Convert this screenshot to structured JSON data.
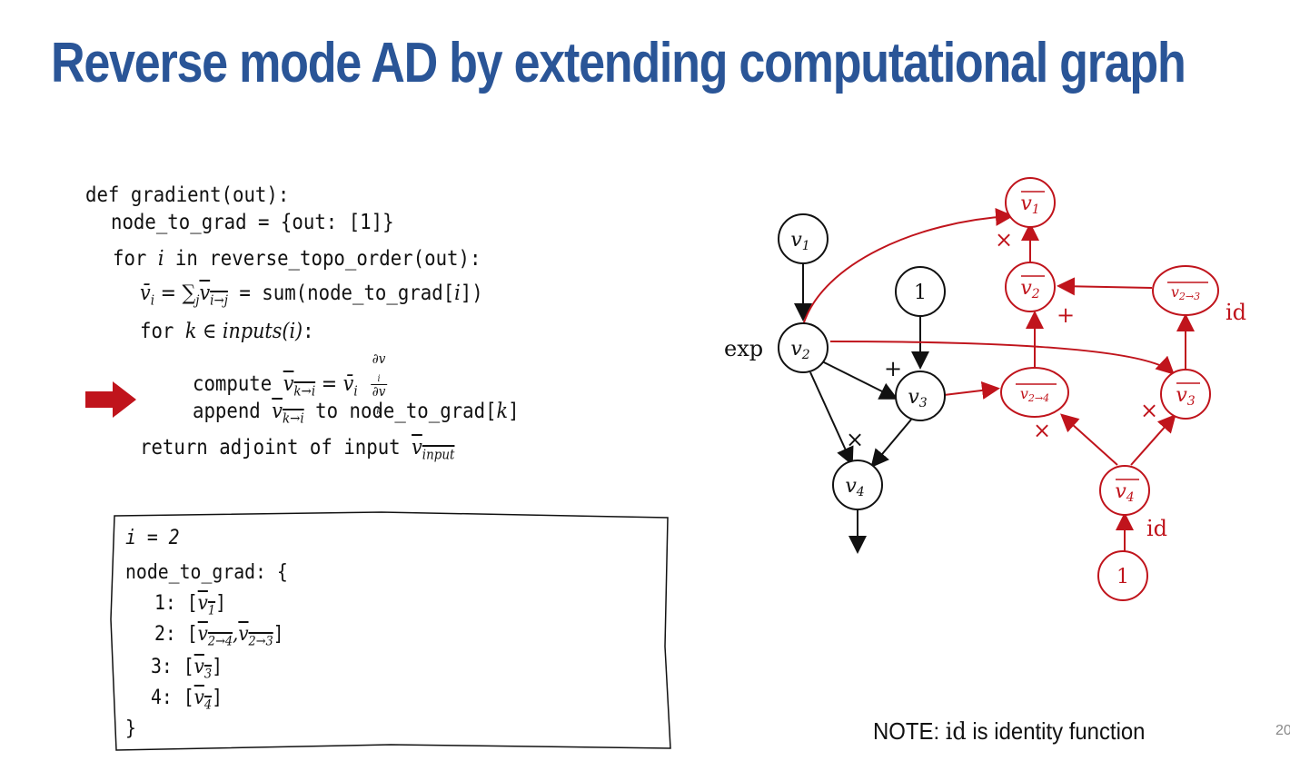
{
  "title": "Reverse mode AD by extending computational graph",
  "code": {
    "line1": "def gradient(out):",
    "line2": "node_to_grad = {out:  [1]}",
    "line3_a": "for ",
    "line3_i": "i",
    "line3_b": " in reverse_topo_order(out):",
    "line4_vi": "v̄",
    "line4_eq": " = ∑",
    "line4_sub_j": "j",
    "line4_vij": "v",
    "line4_sub_ij": "i→j",
    "line4_rest": " = sum(node_to_grad[",
    "line4_i": "i",
    "line4_end": "])",
    "line5_a": "for ",
    "line5_k": "k",
    "line5_b": " ∈ ",
    "line5_inputs": "inputs(i)",
    "line5_c": ":",
    "line6_a": "compute ",
    "line6_v": "v",
    "line6_sub": "k→i",
    "line6_eq": " = ",
    "line6_vi": "v̄",
    "line6_sub_i": "i",
    "line6_num": "∂v",
    "line6_num_sub": "i",
    "line6_den": "∂v",
    "line6_den_sub": "k",
    "line7_a": "append  ",
    "line7_v": "v",
    "line7_sub": "k→i",
    "line7_b": " to node_to_grad[",
    "line7_k": "k",
    "line7_c": "]",
    "line8_a": "return adjoint of input ",
    "line8_v": "v",
    "line8_sub": "input"
  },
  "state": {
    "i_label": "i = 2",
    "node_to_grad": "node_to_grad: {",
    "e1_key": "1: [",
    "e1_sub": "1",
    "e2_key": "2: [",
    "e2_sub_a": "2→4",
    "e2_sub_b": "2→3",
    "e3_key": "3: [",
    "e3_sub": "3",
    "e4_key": "4: [",
    "e4_sub": "4",
    "close": "}"
  },
  "graph": {
    "nodes": {
      "v1": {
        "base": "v",
        "sub": "1"
      },
      "v2": {
        "base": "v",
        "sub": "2"
      },
      "one_top": "1",
      "v3": {
        "base": "v",
        "sub": "3"
      },
      "v4": {
        "base": "v",
        "sub": "4"
      },
      "bar_v1": {
        "base": "v",
        "sub": "1"
      },
      "bar_v2": {
        "base": "v",
        "sub": "2"
      },
      "bar_v23": {
        "base": "v",
        "sub": "2→3"
      },
      "bar_v24": {
        "base": "v",
        "sub": "2→4"
      },
      "bar_v3": {
        "base": "v",
        "sub": "3"
      },
      "bar_v4": {
        "base": "v",
        "sub": "4"
      },
      "one_bottom": "1"
    },
    "labels": {
      "exp": "exp",
      "plus_black": "+",
      "times_black": "×",
      "times_v1": "×",
      "plus_v2": "+",
      "id_v23": "id",
      "times_v24": "×",
      "times_v3": "×",
      "id_v4": "id"
    },
    "colors": {
      "black": "#111111",
      "red": "#c0141c"
    }
  },
  "note": {
    "prefix": "NOTE: ",
    "id": "id",
    "suffix": " is identity function"
  },
  "page_number": "20",
  "colors": {
    "title": "#2a5597",
    "marker": "#c0141c"
  }
}
